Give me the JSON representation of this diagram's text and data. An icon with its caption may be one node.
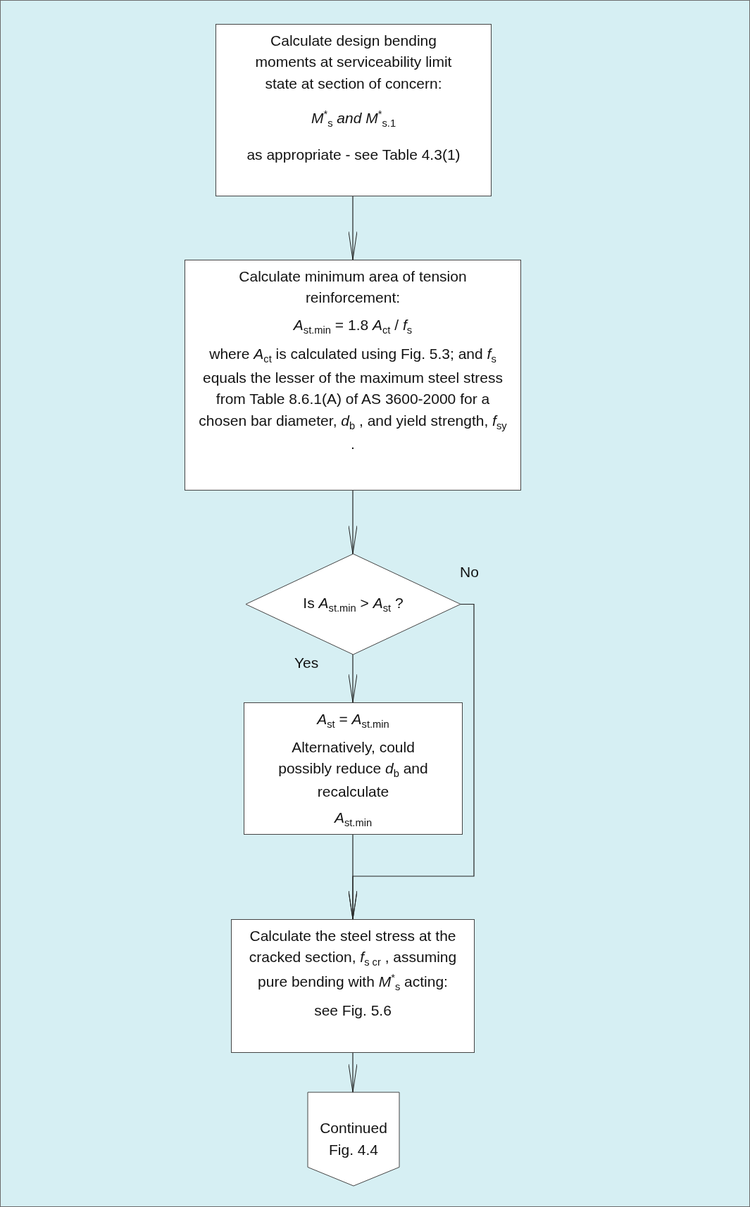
{
  "diagram": {
    "nodes": [
      {
        "text": [
          "Calculate design bending moments at serviceability limit state at section of concern:",
          "*M*$^{*}$$_{s}$ *and* *M*$^{*}$$_{s.1}$",
          "as appropriate - see Table 4.3(1)"
        ]
      },
      {
        "text": [
          "Calculate minimum area of tension reinforcement:",
          "*A*$_{st.min}$ = 1.8 *A*$_{ct}$ / *f*$_{s}$",
          "where *A*$_{ct}$ is calculated using Fig. 5.3; and *f*$_{s}$ equals the lesser of the maximum steel stress from Table 8.6.1(A) of AS 3600-2000 for a chosen bar diameter, *d*$_{b}$ , and yield strength, *f*$_{sy}$ ."
        ]
      },
      {
        "text": [
          "Is *A*$_{st.min}$ > *A*$_{st}$ ?"
        ]
      },
      {
        "text": [
          "*A*$_{st}$ = *A*$_{st.min}$",
          "Alternatively, could possibly reduce *d*$_{b}$ and recalculate",
          "*A*$_{st.min}$"
        ]
      },
      {
        "text": [
          "Calculate the steel stress at the cracked section, *f*$_{s cr}$ , assuming pure bending with *M*$^{*}$$_{s}$ acting:",
          "see Fig. 5.6"
        ]
      },
      {
        "text": [
          "Continued Fig. 4.4"
        ]
      }
    ],
    "edges": [
      {
        "from": 0,
        "to": 1,
        "arrow": "to"
      },
      {
        "from": 1,
        "to": 2,
        "arrow": "to"
      },
      {
        "from": 2,
        "to": 3,
        "arrow": "to",
        "label": "Yes"
      },
      {
        "from": 2,
        "to": 4,
        "arrow": "to",
        "label": "No"
      },
      {
        "from": 3,
        "to": 4,
        "arrow": "to"
      },
      {
        "from": 4,
        "to": 5,
        "arrow": "to"
      }
    ]
  }
}
